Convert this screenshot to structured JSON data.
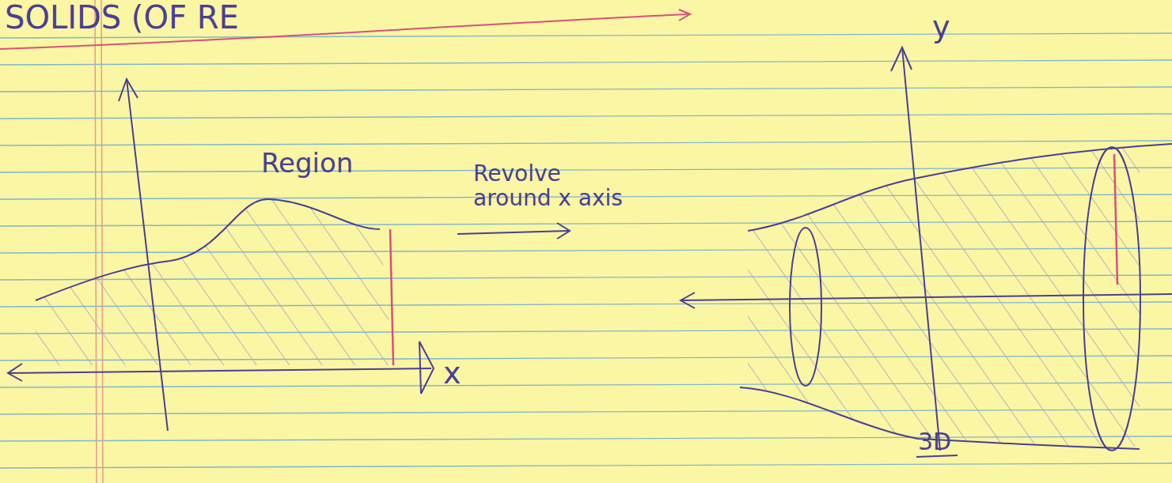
{
  "diagram": {
    "title": "SOLIDS (OF RE",
    "labels": [
      "Region",
      "Revolve around x axis",
      "x",
      "y",
      "3D"
    ]
  }
}
